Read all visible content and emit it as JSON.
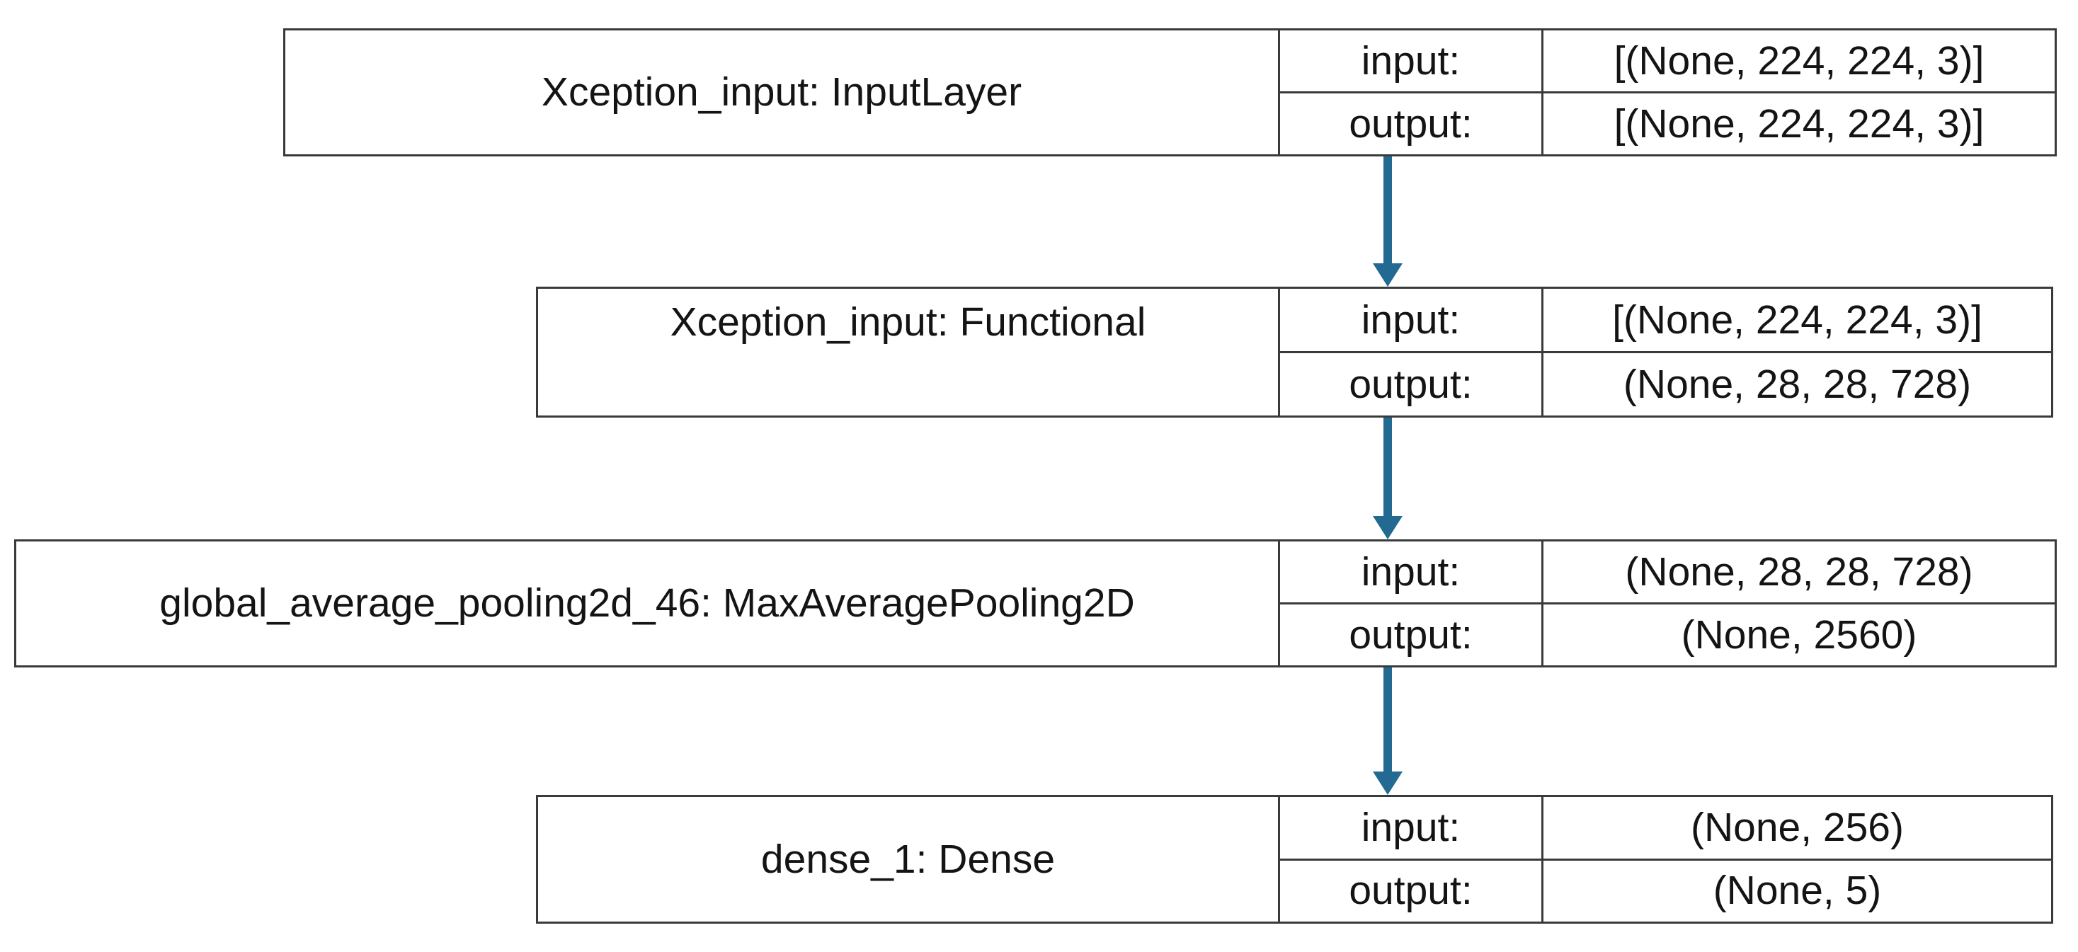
{
  "diagram": {
    "type": "neural-network-layer-diagram",
    "colors": {
      "arrow": "#226a92",
      "border": "#3a3a3a",
      "text": "#141414",
      "background": "#ffffff"
    },
    "layers": [
      {
        "label": "Xception_input: InputLayer",
        "rows": [
          {
            "label": "input:",
            "value": "[(None, 224, 224, 3)]"
          },
          {
            "label": "output:",
            "value": "[(None, 224, 224, 3)]"
          }
        ]
      },
      {
        "label": "Xception_input: Functional",
        "rows": [
          {
            "label": "input:",
            "value": "[(None, 224, 224, 3)]"
          },
          {
            "label": "output:",
            "value": "(None, 28, 28, 728)"
          }
        ]
      },
      {
        "label": "global_average_pooling2d_46: MaxAveragePooling2D",
        "rows": [
          {
            "label": "input:",
            "value": "(None, 28, 28, 728)"
          },
          {
            "label": "output:",
            "value": "(None, 2560)"
          }
        ]
      },
      {
        "label": "dense_1: Dense",
        "rows": [
          {
            "label": "input:",
            "value": "(None, 256)"
          },
          {
            "label": "output:",
            "value": "(None, 5)"
          }
        ]
      }
    ],
    "connectors": [
      {
        "from": 0,
        "to": 1,
        "direction": "down"
      },
      {
        "from": 1,
        "to": 2,
        "direction": "down"
      },
      {
        "from": 2,
        "to": 3,
        "direction": "down"
      }
    ]
  }
}
